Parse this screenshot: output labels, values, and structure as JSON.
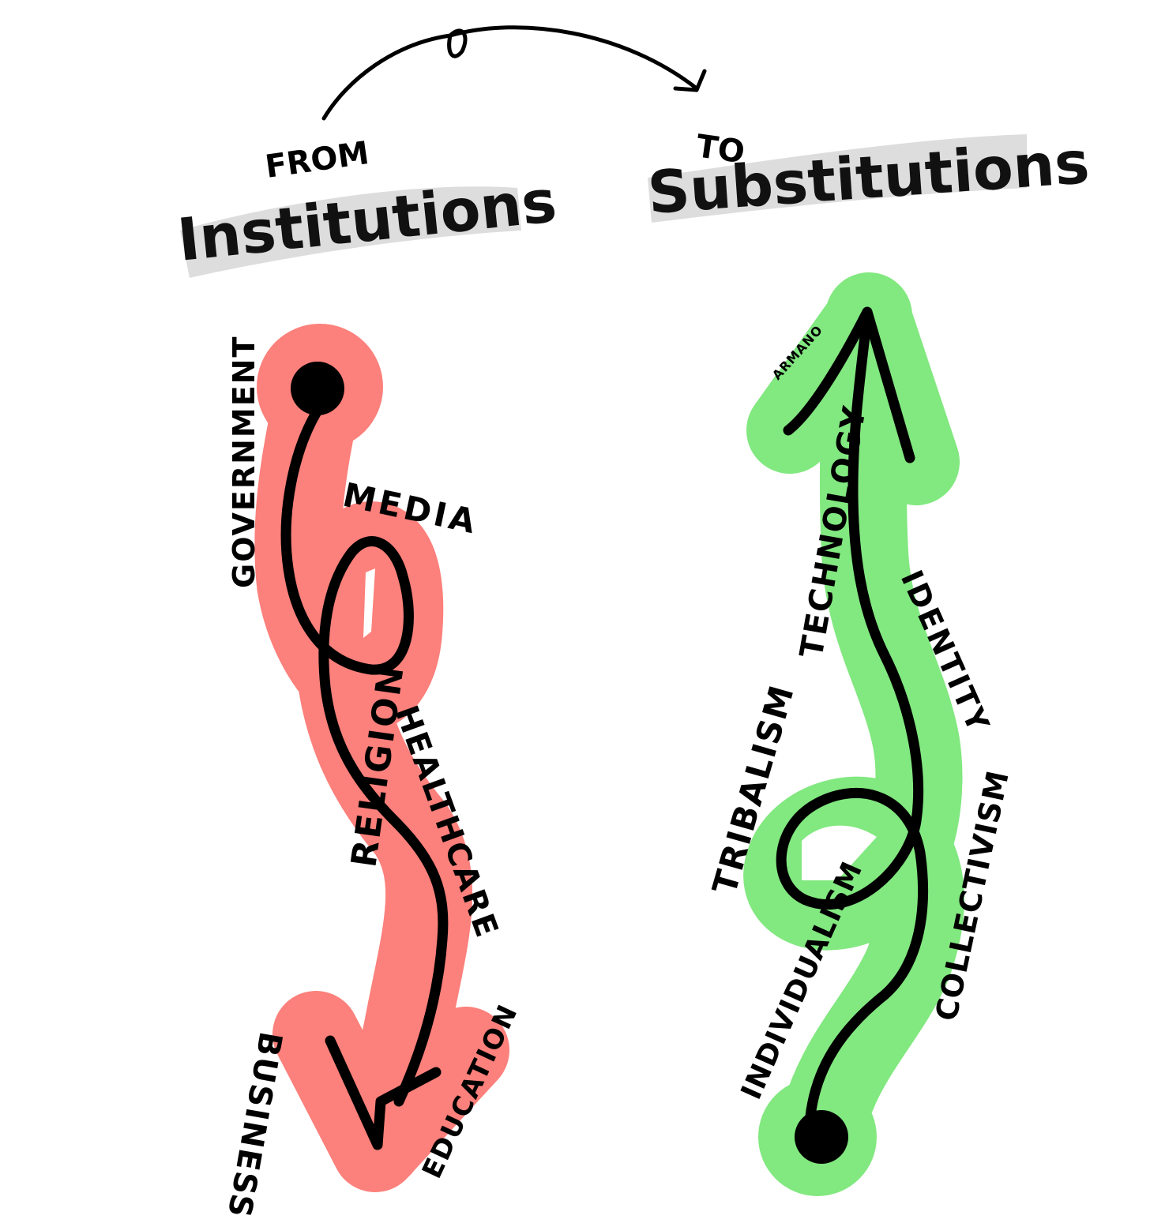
{
  "header": {
    "from_label": "FROM",
    "from_title": "Institutions",
    "to_label": "TO",
    "to_title": "Substitutions"
  },
  "left_path": {
    "labels": {
      "government": "GOVERNMENT",
      "media": "MEDIA",
      "religion": "RELIGION",
      "healthcare": "HEALTHCARE",
      "business": "BUSINESS",
      "education": "EDUCATION"
    }
  },
  "right_path": {
    "labels": {
      "technology": "TECHNOLOGY",
      "identity": "IDENTITY",
      "tribalism": "TRIBALISM",
      "collectivism": "COLLECTIVISM",
      "individualism": "INDIVIDUALISM"
    }
  },
  "signature": "ARMANO",
  "colors": {
    "institutions_highlight": "#fc807b",
    "substitutions_highlight": "#82e880",
    "title_highlight": "#d9d9d9",
    "ink": "#000000"
  }
}
